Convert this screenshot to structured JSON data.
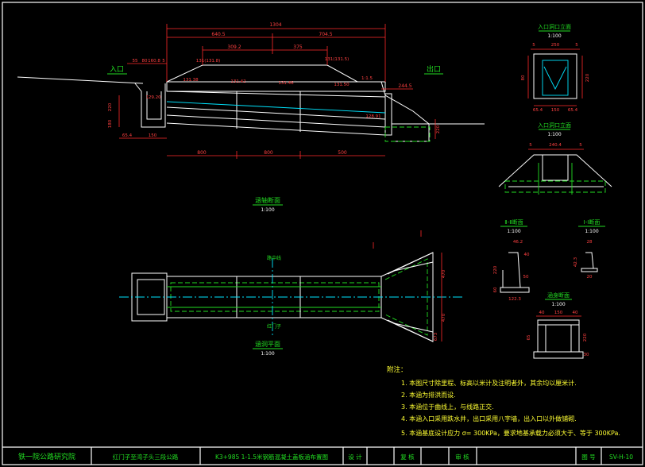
{
  "longitudinal": {
    "title": "涵轴断面",
    "scale": "1:100",
    "inlet_label": "入口",
    "outlet_label": "出口",
    "dims": {
      "total": "1304",
      "left_half": "640.5",
      "right_half": "704.5",
      "mid1": "309.2",
      "mid2": "375",
      "right_offset": "244.5",
      "seg1": "800",
      "seg2": "800",
      "seg3": "500",
      "left_small1": "55",
      "left_small2": "80",
      "left_small3": "160.8",
      "left_small4": "5",
      "bottom_left1": "65.4",
      "bottom_left2": "150",
      "side_h1": "220",
      "side_h2": "180",
      "side_h3": "220"
    },
    "elevations": {
      "left": "131(131.8)",
      "right": "131(131.5)",
      "e1": "131.38",
      "e2": "131.42",
      "e3": "131.46",
      "e4": "131.50",
      "inlet_bottom": "129.20",
      "outlet_bottom": "128.91",
      "slope": "1:1.5"
    }
  },
  "plan": {
    "title": "涵洞平面",
    "scale": "1:100",
    "road_label": "路中线",
    "direction_label": "红门子",
    "dim1": "470",
    "dim2": "470",
    "dim3": "673"
  },
  "inlet_elevation": {
    "title": "入口洞口立面",
    "scale": "1:100",
    "dims": [
      "5",
      "250",
      "5",
      "65.4",
      "150",
      "65.4",
      "220",
      "80"
    ]
  },
  "outlet_elevation": {
    "title": "入口洞口立面",
    "scale": "1:100",
    "dims": [
      "5",
      "240.4",
      "5"
    ]
  },
  "section_2": {
    "title": "Ⅱ-Ⅱ断面",
    "scale": "1:100",
    "dims": [
      "46.2",
      "40",
      "122.3",
      "50",
      "220",
      "60"
    ]
  },
  "section_1": {
    "title": "Ⅰ-Ⅰ断面",
    "scale": "1:100",
    "dims": [
      "28",
      "42.3",
      "20"
    ]
  },
  "body_section": {
    "title": "涵身断面",
    "scale": "1:100",
    "dims": [
      "40",
      "150",
      "40",
      "65",
      "220",
      "30"
    ]
  },
  "notes": {
    "heading": "附注：",
    "items": [
      "1. 本图尺寸除里程、标高以米计及注明者外，其余均以厘米计.",
      "2. 本涵为排洪而设.",
      "3. 本涵位于曲线上，与线路正交.",
      "4. 本涵入口采用跌水井，出口采用八字墙，出入口以外做铺砌.",
      "5. 本涵基底设计应力 σ= 300KPa，要求地基承载力必须大于、等于 300KPa."
    ]
  },
  "title_block": {
    "org": "铁一院公路研究院",
    "project": "红门子至湾子头三段公路",
    "drawing_title": "K3+985 1-1.5米钢筋混凝土盖板涵布置图",
    "design_label": "设 计",
    "review_label": "复 核",
    "approve_label": "审 核",
    "drawing_no_label": "图 号",
    "drawing_no": "SV-H-10"
  },
  "colors": {
    "background": "#000000",
    "frame": "#ffffff",
    "dimension": "#ff2a2a",
    "title_text": "#22dd22",
    "note_text": "#ffff33",
    "structure": "#ffffff",
    "hidden": "#22dd22",
    "centerline": "#00e5ff"
  }
}
